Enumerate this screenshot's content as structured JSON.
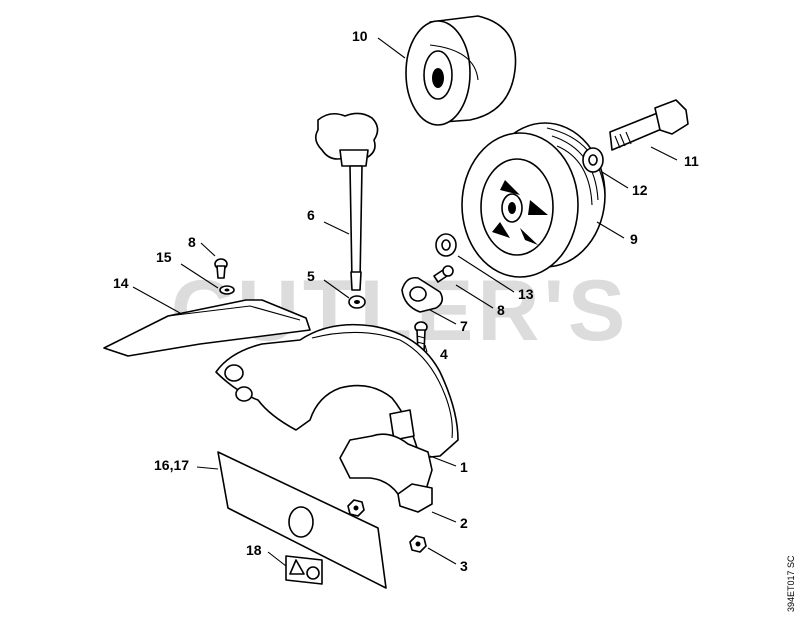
{
  "watermark": "CUTLER'S",
  "drawing_code": "394ET017 SC",
  "parts": [
    {
      "id": "p1",
      "label": "1"
    },
    {
      "id": "p2",
      "label": "2"
    },
    {
      "id": "p3",
      "label": "3"
    },
    {
      "id": "p4",
      "label": "4"
    },
    {
      "id": "p5",
      "label": "5"
    },
    {
      "id": "p6",
      "label": "6"
    },
    {
      "id": "p7",
      "label": "7"
    },
    {
      "id": "p8a",
      "label": "8"
    },
    {
      "id": "p8b",
      "label": "8"
    },
    {
      "id": "p9",
      "label": "9"
    },
    {
      "id": "p10",
      "label": "10"
    },
    {
      "id": "p11",
      "label": "11"
    },
    {
      "id": "p12",
      "label": "12"
    },
    {
      "id": "p13",
      "label": "13"
    },
    {
      "id": "p14",
      "label": "14"
    },
    {
      "id": "p15",
      "label": "15"
    },
    {
      "id": "p1617",
      "label": "16,17"
    },
    {
      "id": "p18",
      "label": "18"
    }
  ]
}
